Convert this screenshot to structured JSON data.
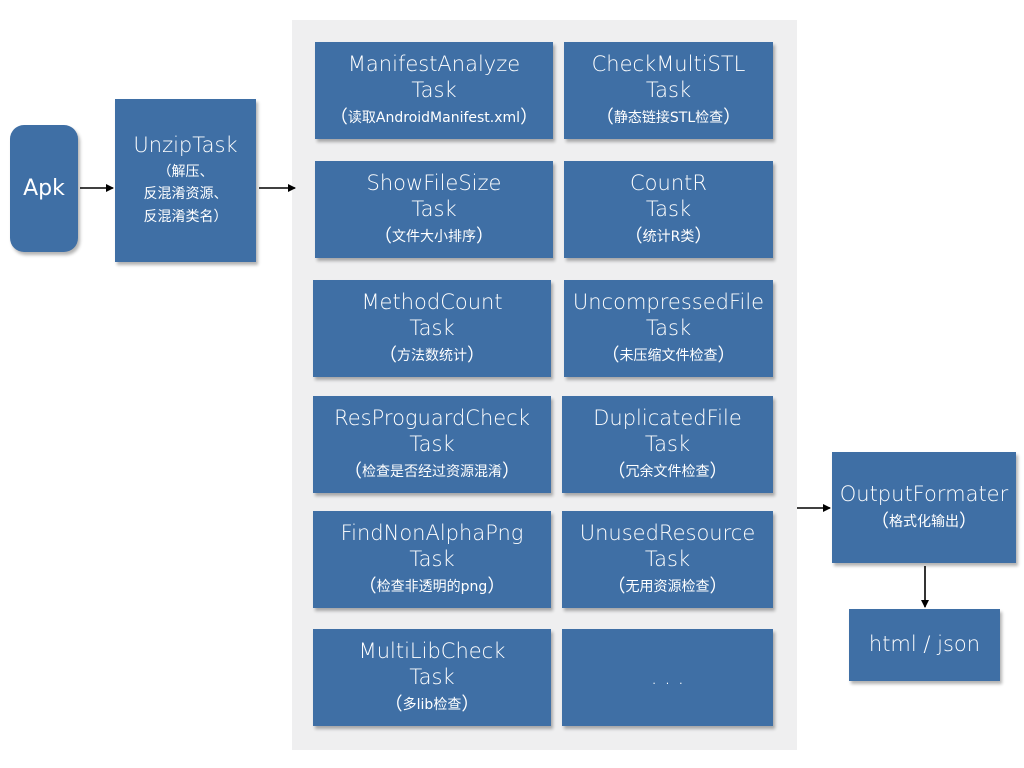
{
  "apk": {
    "label": "Apk"
  },
  "unzip": {
    "title": "UnzipTask",
    "lines": [
      "（解压、",
      "反混淆资源、",
      "反混淆类名）"
    ]
  },
  "tasks": [
    {
      "title1": "ManifestAnalyze",
      "title2": "Task",
      "desc": "读取AndroidManifest.xml"
    },
    {
      "title1": "CheckMultiSTL",
      "title2": "Task",
      "desc": "静态链接STL检查"
    },
    {
      "title1": "ShowFileSize",
      "title2": "Task",
      "desc": "文件大小排序"
    },
    {
      "title1": "CountR",
      "title2": "Task",
      "desc": "统计R类"
    },
    {
      "title1": "MethodCount",
      "title2": "Task",
      "desc": "方法数统计"
    },
    {
      "title1": "UncompressedFile",
      "title2": "Task",
      "desc": "未压缩文件检查"
    },
    {
      "title1": "ResProguardCheck",
      "title2": "Task",
      "desc": "检查是否经过资源混淆"
    },
    {
      "title1": "DuplicatedFile",
      "title2": "Task",
      "desc": "冗余文件检查"
    },
    {
      "title1": "FindNonAlphaPng",
      "title2": "Task",
      "desc": "检查非透明的png"
    },
    {
      "title1": "UnusedResource",
      "title2": "Task",
      "desc": "无用资源检查"
    },
    {
      "title1": "MultiLibCheck",
      "title2": "Task",
      "desc": "多lib检查"
    }
  ],
  "more": {
    "label": ". . ."
  },
  "output": {
    "title": "OutputFormater",
    "desc": "格式化输出"
  },
  "result": {
    "label": "html / json"
  },
  "paren": {
    "open": "（",
    "close": "）"
  },
  "colors": {
    "box": "#3f6fa5",
    "panel": "#efeff0",
    "arrow": "#000000"
  }
}
